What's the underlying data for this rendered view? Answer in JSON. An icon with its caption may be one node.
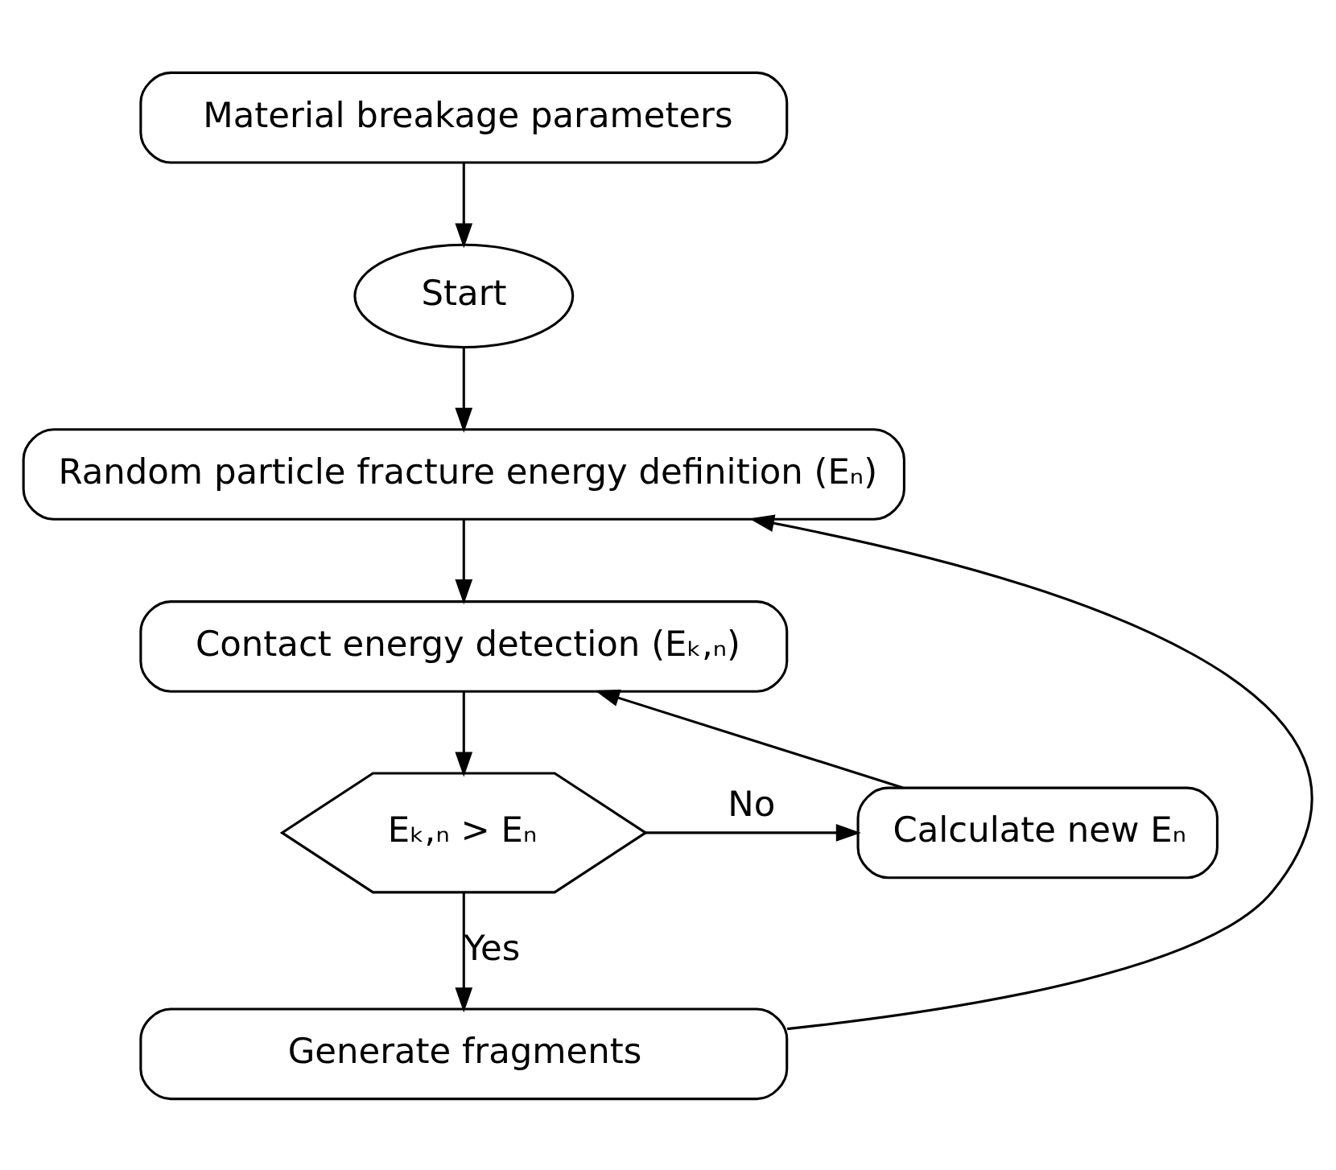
{
  "diagram": {
    "nodes": [
      {
        "text": [
          "Material breakage parameters"
        ]
      },
      {
        "text": [
          "Start"
        ]
      },
      {
        "text": [
          "Random particle fracture energy definition (Eₙ)"
        ]
      },
      {
        "text": [
          "Contact energy detection (Eₖ,ₙ)"
        ]
      },
      {
        "text": [
          "Eₖ,ₙ > Eₙ"
        ]
      },
      {
        "text": [
          "Calculate new Eₙ"
        ]
      },
      {
        "text": [
          "Generate fragments"
        ]
      }
    ],
    "edges": [
      {
        "from": 0,
        "to": 1,
        "arrow": "to"
      },
      {
        "from": 1,
        "to": 2,
        "arrow": "to"
      },
      {
        "from": 2,
        "to": 3,
        "arrow": "to"
      },
      {
        "from": 3,
        "to": 4,
        "arrow": "to"
      },
      {
        "from": 4,
        "to": 5,
        "arrow": "to",
        "label": "No"
      },
      {
        "from": 5,
        "to": 3,
        "arrow": "to"
      },
      {
        "from": 4,
        "to": 6,
        "arrow": "to",
        "label": "Yes"
      },
      {
        "from": 6,
        "to": 2,
        "arrow": "to"
      }
    ]
  }
}
